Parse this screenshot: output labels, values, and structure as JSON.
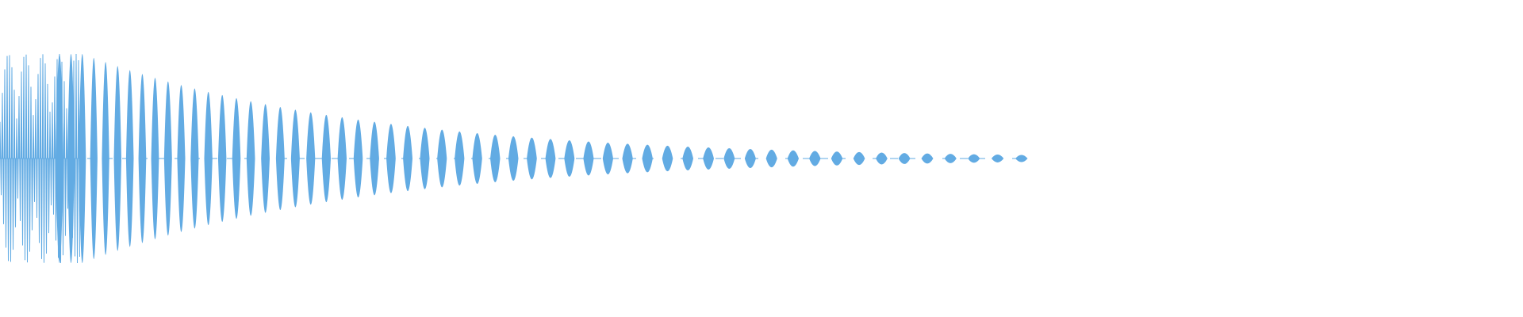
{
  "waveform": {
    "description_type": "audio-waveform",
    "color": "#62ABE3",
    "background": "#FFFFFF",
    "envelope": {
      "peak_amplitude": 1.0,
      "decay_shape": "exponential",
      "audible_fraction": 0.67
    },
    "lobe_count": 75,
    "transient_region_fraction": 0.05
  }
}
